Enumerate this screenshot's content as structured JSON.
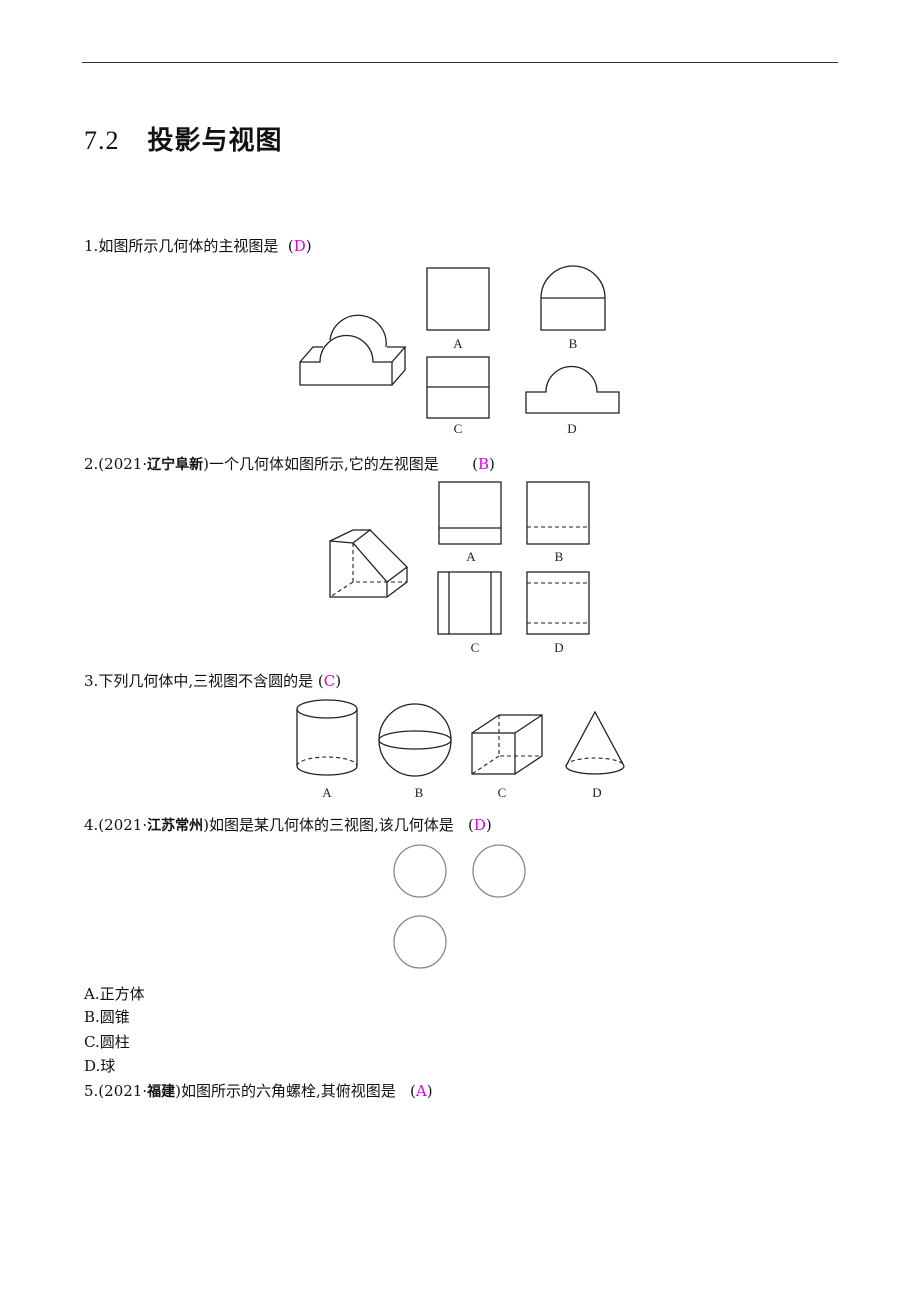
{
  "title": {
    "number": "7.2",
    "text": "投影与视图"
  },
  "questions": [
    {
      "prefix": "1.",
      "source": "",
      "text": "如图所示几何体的主视图是",
      "answer": "D",
      "option_labels": [
        "A",
        "B",
        "C",
        "D"
      ]
    },
    {
      "prefix": "2.(2021·",
      "source": "辽宁阜新",
      "text": ")一个几何体如图所示,它的左视图是",
      "answer": "B",
      "option_labels": [
        "A",
        "B",
        "C",
        "D"
      ]
    },
    {
      "prefix": "3.",
      "source": "",
      "text": "下列几何体中,三视图不含圆的是",
      "answer": "C",
      "option_labels": [
        "A",
        "B",
        "C",
        "D"
      ]
    },
    {
      "prefix": "4.(2021·",
      "source": "江苏常州",
      "text": ")如图是某几何体的三视图,该几何体是",
      "answer": "D",
      "choices": [
        "A.正方体",
        "B.圆锥",
        "C.圆柱",
        "D.球"
      ]
    },
    {
      "prefix": "5.(2021·",
      "source": "福建",
      "text": ")如图所示的六角螺栓,其俯视图是",
      "answer": "A"
    }
  ],
  "colors": {
    "answer": "#e000e0"
  }
}
